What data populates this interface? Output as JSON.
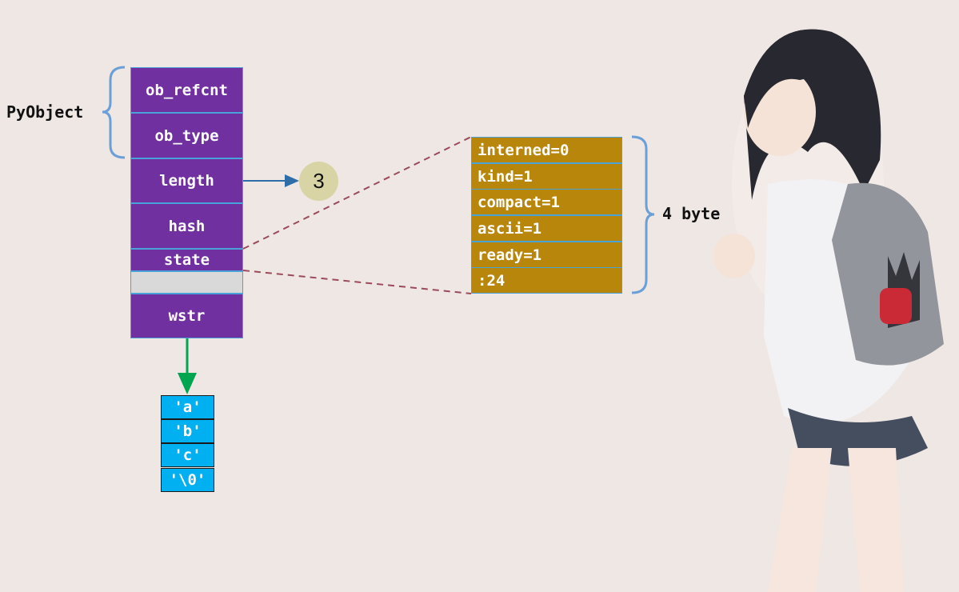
{
  "pyobject_label": "PyObject",
  "byte_label": "4 byte",
  "struct_fields": {
    "ob_refcnt": "ob_refcnt",
    "ob_type": "ob_type",
    "length": "length",
    "hash": "hash",
    "state": "state",
    "wstr": "wstr"
  },
  "length_value": "3",
  "state_bits": [
    "interned=0",
    "kind=1",
    "compact=1",
    "ascii=1",
    "ready=1",
    ":24"
  ],
  "wstr_chars": [
    "'a'",
    "'b'",
    "'c'",
    "'\\0'"
  ],
  "colors": {
    "struct_fill": "#7030a0",
    "state_fill": "#b8860b",
    "char_fill": "#00b0f0",
    "padding_fill": "#d9d9d9",
    "brace": "#6a9fd8",
    "pointer_arrow": "#00a550",
    "length_arrow": "#2f6da8",
    "dashed_line": "#9b4a5a"
  }
}
